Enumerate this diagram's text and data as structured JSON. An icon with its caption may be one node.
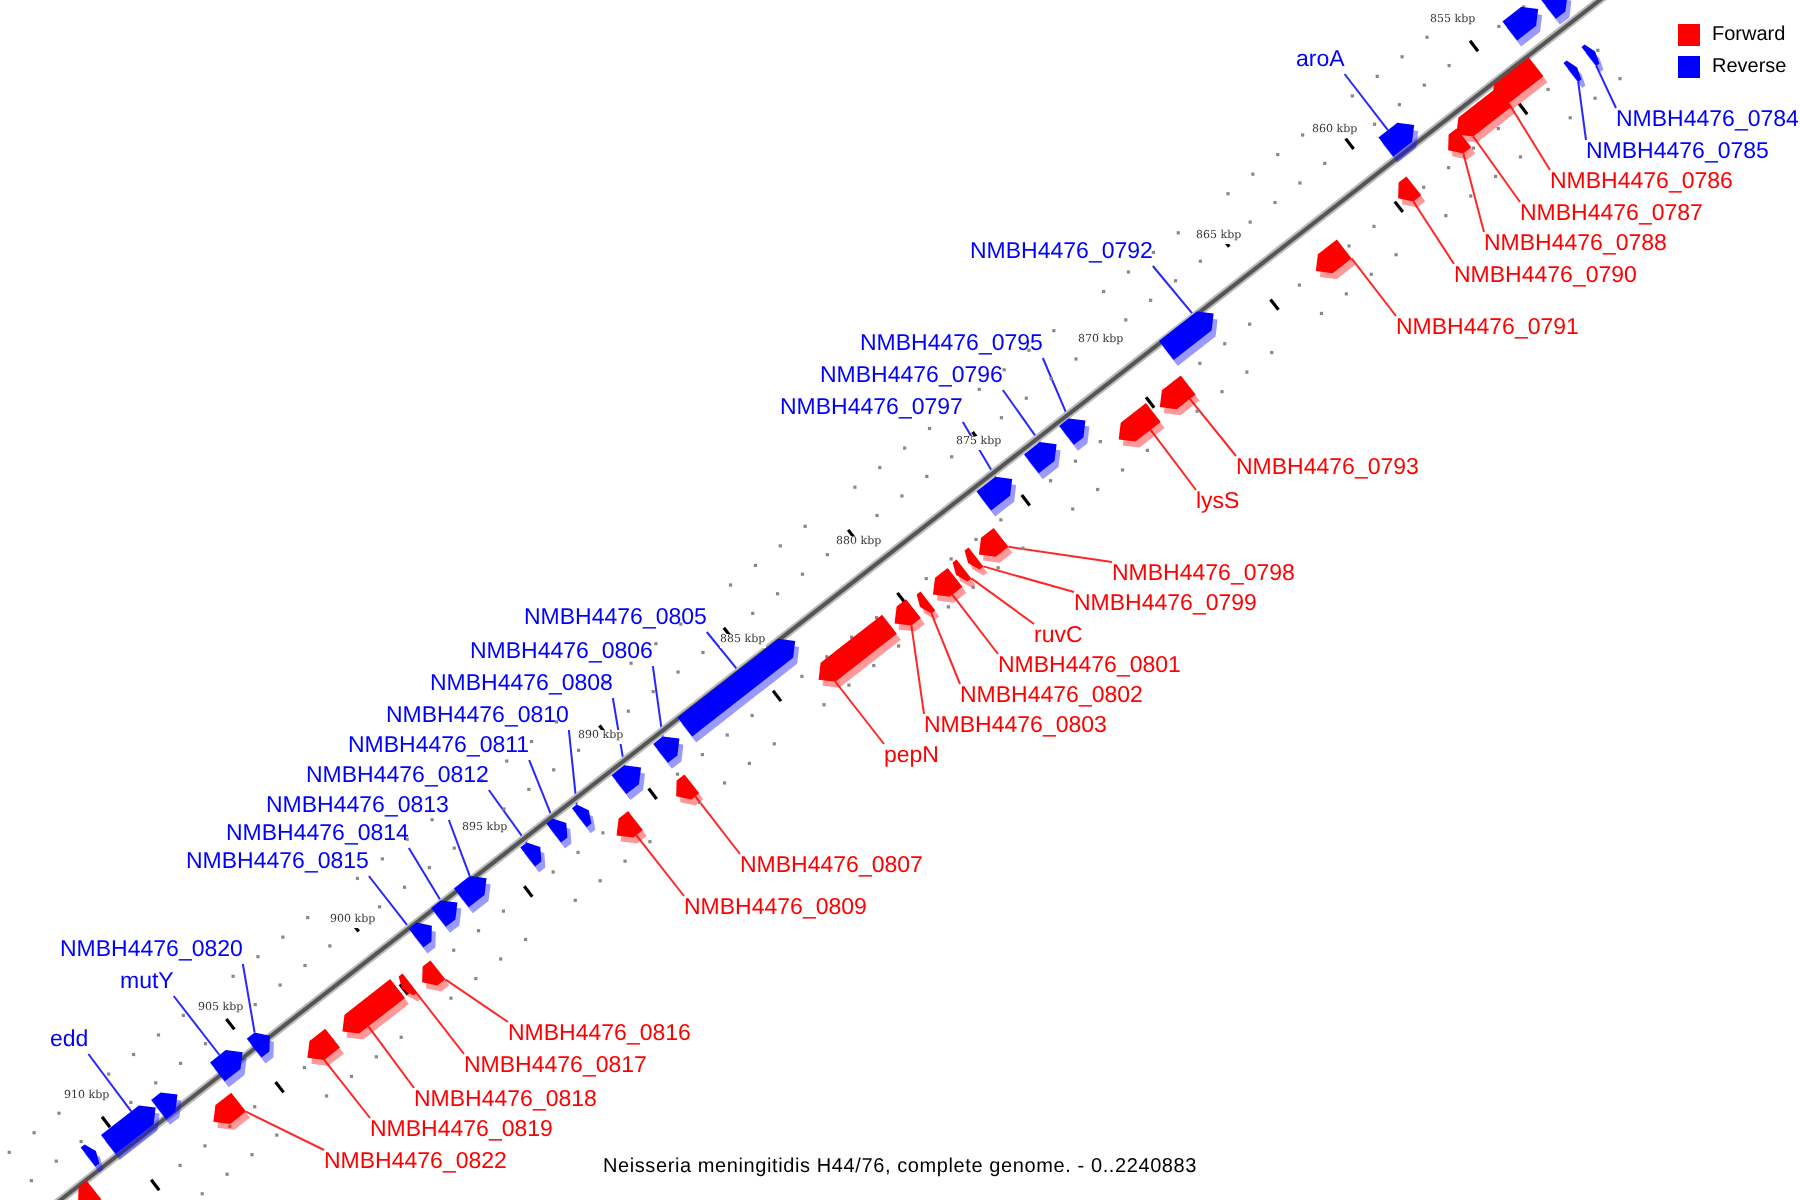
{
  "diagram": {
    "caption": "Neisseria meningitidis H44/76, complete genome. - 0..2240883",
    "nodes": [
      {
        "text": [],
        "shape": "bar"
      },
      {
        "text": [],
        "shape": "bar"
      },
      {
        "text": [
          "aroA"
        ]
      },
      {
        "text": [],
        "shape": "bar"
      },
      {
        "text": [
          "NMBH4476_0784"
        ]
      },
      {
        "text": [],
        "shape": "bar"
      },
      {
        "text": [
          "NMBH4476_0785"
        ]
      },
      {
        "text": [],
        "shape": "bar"
      },
      {
        "text": [
          "NMBH4476_0786"
        ]
      },
      {
        "text": [],
        "shape": "bar"
      },
      {
        "text": [
          "NMBH4476_0787"
        ]
      },
      {
        "text": [],
        "shape": "bar"
      },
      {
        "text": [
          "NMBH4476_0788"
        ]
      },
      {
        "text": [],
        "shape": "bar"
      },
      {
        "text": [
          "NMBH4476_0790"
        ]
      },
      {
        "text": [],
        "shape": "bar"
      },
      {
        "text": [
          "NMBH4476_0791"
        ]
      },
      {
        "text": [],
        "shape": "bar"
      },
      {
        "text": [
          "NMBH4476_0792"
        ]
      },
      {
        "text": [],
        "shape": "bar"
      },
      {
        "text": [
          "NMBH4476_0793"
        ]
      },
      {
        "text": [],
        "shape": "bar"
      },
      {
        "text": [
          "lysS"
        ]
      },
      {
        "text": [],
        "shape": "bar"
      },
      {
        "text": [
          "NMBH4476_0795"
        ]
      },
      {
        "text": [],
        "shape": "bar"
      },
      {
        "text": [
          "NMBH4476_0796"
        ]
      },
      {
        "text": [],
        "shape": "bar"
      },
      {
        "text": [
          "NMBH4476_0797"
        ]
      },
      {
        "text": [],
        "shape": "bar"
      },
      {
        "text": [
          "NMBH4476_0798"
        ]
      },
      {
        "text": [],
        "shape": "bar"
      },
      {
        "text": [
          "NMBH4476_0799"
        ]
      },
      {
        "text": [],
        "shape": "bar"
      },
      {
        "text": [
          "ruvC"
        ]
      },
      {
        "text": [],
        "shape": "bar"
      },
      {
        "text": [
          "NMBH4476_0801"
        ]
      },
      {
        "text": [],
        "shape": "bar"
      },
      {
        "text": [
          "NMBH4476_0802"
        ]
      },
      {
        "text": [],
        "shape": "bar"
      },
      {
        "text": [
          "NMBH4476_0803"
        ]
      },
      {
        "text": [],
        "shape": "bar"
      },
      {
        "text": [
          "pepN"
        ]
      },
      {
        "text": [],
        "shape": "bar"
      },
      {
        "text": [
          "NMBH4476_0805"
        ]
      },
      {
        "text": [],
        "shape": "bar"
      },
      {
        "text": [
          "NMBH4476_0806"
        ]
      },
      {
        "text": [],
        "shape": "bar"
      },
      {
        "text": [
          "NMBH4476_0807"
        ]
      },
      {
        "text": [],
        "shape": "bar"
      },
      {
        "text": [
          "NMBH4476_0808"
        ]
      },
      {
        "text": [],
        "shape": "bar"
      },
      {
        "text": [
          "NMBH4476_0809"
        ]
      },
      {
        "text": [],
        "shape": "bar"
      },
      {
        "text": [
          "NMBH4476_0810"
        ]
      },
      {
        "text": [],
        "shape": "bar"
      },
      {
        "text": [
          "NMBH4476_0811"
        ]
      },
      {
        "text": [],
        "shape": "bar"
      },
      {
        "text": [
          "NMBH4476_0812"
        ]
      },
      {
        "text": [],
        "shape": "bar"
      },
      {
        "text": [
          "NMBH4476_0813"
        ]
      },
      {
        "text": [],
        "shape": "bar"
      },
      {
        "text": [
          "NMBH4476_0814"
        ]
      },
      {
        "text": [],
        "shape": "bar"
      },
      {
        "text": [
          "NMBH4476_0815"
        ]
      },
      {
        "text": [],
        "shape": "bar"
      },
      {
        "text": [
          "NMBH4476_0816"
        ]
      },
      {
        "text": [],
        "shape": "bar"
      },
      {
        "text": [
          "NMBH4476_0817"
        ]
      },
      {
        "text": [],
        "shape": "bar"
      },
      {
        "text": [
          "NMBH4476_0818"
        ]
      },
      {
        "text": [],
        "shape": "bar"
      },
      {
        "text": [
          "NMBH4476_0819"
        ]
      },
      {
        "text": [],
        "shape": "bar"
      },
      {
        "text": [
          "NMBH4476_0820"
        ]
      },
      {
        "text": [],
        "shape": "bar"
      },
      {
        "text": [
          "mutY"
        ]
      },
      {
        "text": [],
        "shape": "bar"
      },
      {
        "text": [
          "edd"
        ]
      },
      {
        "text": [],
        "shape": "bar"
      },
      {
        "text": [
          "NMBH4476_0822"
        ]
      },
      {
        "text": [],
        "shape": "bar"
      },
      {
        "text": [],
        "shape": "bar"
      },
      {
        "text": [],
        "shape": "bar"
      },
      {
        "text": [],
        "shape": "bar"
      }
    ],
    "edges": [
      {
        "from": 2,
        "to": 3,
        "arrow": "none",
        "color": "#0000ff"
      },
      {
        "from": 4,
        "to": 5,
        "arrow": "none",
        "color": "#0000ff"
      },
      {
        "from": 6,
        "to": 7,
        "arrow": "none",
        "color": "#0000ff"
      },
      {
        "from": 8,
        "to": 9,
        "arrow": "none"
      },
      {
        "from": 10,
        "to": 11,
        "arrow": "none"
      },
      {
        "from": 12,
        "to": 13,
        "arrow": "none"
      },
      {
        "from": 14,
        "to": 15,
        "arrow": "none"
      },
      {
        "from": 16,
        "to": 17,
        "arrow": "none"
      },
      {
        "from": 18,
        "to": 19,
        "arrow": "none",
        "color": "#0000ff"
      },
      {
        "from": 20,
        "to": 21,
        "arrow": "none"
      },
      {
        "from": 22,
        "to": 23,
        "arrow": "none"
      },
      {
        "from": 24,
        "to": 25,
        "arrow": "none",
        "color": "#0000ff"
      },
      {
        "from": 26,
        "to": 27,
        "arrow": "none",
        "color": "#0000ff"
      },
      {
        "from": 28,
        "to": 29,
        "arrow": "none",
        "color": "#0000ff"
      },
      {
        "from": 30,
        "to": 31,
        "arrow": "none"
      },
      {
        "from": 32,
        "to": 33,
        "arrow": "none"
      },
      {
        "from": 34,
        "to": 35,
        "arrow": "none"
      },
      {
        "from": 36,
        "to": 37,
        "arrow": "none"
      },
      {
        "from": 38,
        "to": 39,
        "arrow": "none"
      },
      {
        "from": 40,
        "to": 41,
        "arrow": "none"
      },
      {
        "from": 42,
        "to": 43,
        "arrow": "none"
      },
      {
        "from": 44,
        "to": 45,
        "arrow": "none",
        "color": "#0000ff"
      },
      {
        "from": 46,
        "to": 47,
        "arrow": "none",
        "color": "#0000ff"
      },
      {
        "from": 48,
        "to": 49,
        "arrow": "none"
      },
      {
        "from": 50,
        "to": 51,
        "arrow": "none",
        "color": "#0000ff"
      },
      {
        "from": 52,
        "to": 53,
        "arrow": "none"
      },
      {
        "from": 54,
        "to": 55,
        "arrow": "none",
        "color": "#0000ff"
      },
      {
        "from": 56,
        "to": 57,
        "arrow": "none",
        "color": "#0000ff"
      },
      {
        "from": 58,
        "to": 59,
        "arrow": "none",
        "color": "#0000ff"
      },
      {
        "from": 60,
        "to": 61,
        "arrow": "none",
        "color": "#0000ff"
      },
      {
        "from": 62,
        "to": 63,
        "arrow": "none",
        "color": "#0000ff"
      },
      {
        "from": 64,
        "to": 65,
        "arrow": "none",
        "color": "#0000ff"
      },
      {
        "from": 66,
        "to": 67,
        "arrow": "none"
      },
      {
        "from": 68,
        "to": 69,
        "arrow": "none"
      },
      {
        "from": 70,
        "to": 71,
        "arrow": "none"
      },
      {
        "from": 72,
        "to": 73,
        "arrow": "none"
      },
      {
        "from": 74,
        "to": 75,
        "arrow": "none",
        "color": "#0000ff"
      },
      {
        "from": 76,
        "to": 77,
        "arrow": "none",
        "color": "#0000ff"
      },
      {
        "from": 78,
        "to": 79,
        "arrow": "none",
        "color": "#0000ff"
      },
      {
        "from": 80,
        "to": 81,
        "arrow": "none"
      }
    ],
    "labels": [
      "855 kbp",
      "860 kbp",
      "865 kbp",
      "870 kbp",
      "875 kbp",
      "880 kbp",
      "885 kbp",
      "890 kbp",
      "895 kbp",
      "900 kbp",
      "905 kbp",
      "910 kbp"
    ],
    "legend": [
      {
        "text": "Forward",
        "color": "#ff0000"
      },
      {
        "text": "Reverse",
        "color": "#0000ff"
      }
    ]
  }
}
